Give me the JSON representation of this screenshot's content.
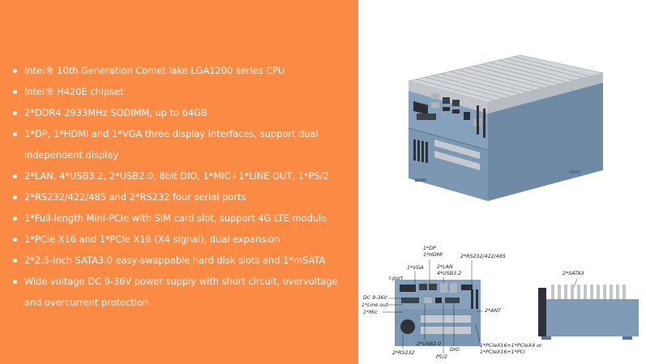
{
  "specs": [
    {
      "text": "Intel® 10th Generation Comet lake LGA1200 series CPU"
    },
    {
      "text": "Intel® H420E chipset"
    },
    {
      "text": "2*DDR4 2933MHz SODIMM, up to 64GB"
    },
    {
      "text": "1*DP, 1*HDMI and 1*VGA three display interfaces, support dual",
      "cont": "independent display"
    },
    {
      "text": "2*LAN, 4*USB3.2, 2*USB2.0, 8bit DIO, 1*MIC+1*LINE OUT, 1*PS/2"
    },
    {
      "text": "2*RS232/422/485 and 2*RS232 four serial ports"
    },
    {
      "text": "1*Full-length Mini-PCIe with SIM card slot, support 4G LTE module"
    },
    {
      "text": "1*PCIe X16 and 1*PCIe X16 (X4 signal), dual expansion"
    },
    {
      "text": "2*2.5-inch SATA3.0 easy-swappable hard disk slots and 1*mSATA"
    },
    {
      "text": "Wide voltage DC 9-36V power supply with short circuit, overvoltage",
      "cont": "and overcurrent protection"
    }
  ],
  "front_labels": {
    "dp": "1*DP",
    "hdmi": "1*HDMI",
    "rs232_422_485": "2*RS232/422/485",
    "vga": "1*VGA",
    "lan": "2*LAN",
    "usb32": "4*USB3.2",
    "iport": "I-port",
    "dc": "DC 9-36V",
    "lineout": "1*Line out",
    "mic": "1*Mic",
    "ant": "2*ANT",
    "usb20": "2*USB2.0",
    "dio": "DIO",
    "rs232": "2*RS232",
    "ps2": "PS/2",
    "pcie1": "1*PCIeX16+1*PCIeX4 or",
    "pcie2": "1*PCIeX16+1*PCI"
  },
  "side_labels": {
    "sata": "2*SATA3"
  },
  "colors": {
    "panel_orange": "#fb8a45",
    "chassis_blue": "#7f9ab4",
    "heatsink_gray": "#d2d5d9"
  }
}
